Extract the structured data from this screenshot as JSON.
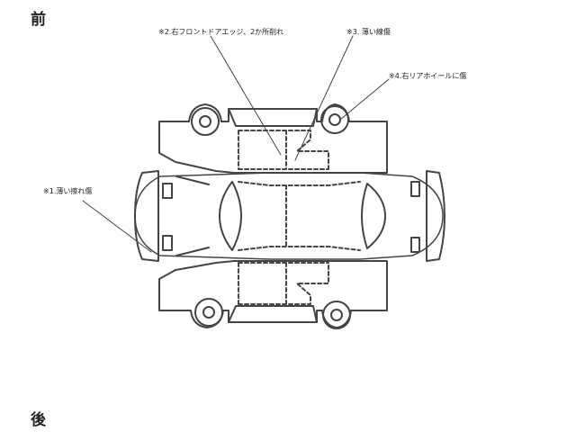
{
  "labels": {
    "front": "前",
    "back": "後"
  },
  "notes": [
    {
      "id": "1",
      "text": "※1.薄い擦れ傷"
    },
    {
      "id": "2",
      "text": "※2.右フロントドアエッジ、2か所削れ"
    },
    {
      "id": "3",
      "text": "※3. 薄い線傷"
    },
    {
      "id": "4",
      "text": "※4.右リアホイールに傷"
    }
  ],
  "colors": {
    "outline": "#444444",
    "text": "#222222"
  }
}
